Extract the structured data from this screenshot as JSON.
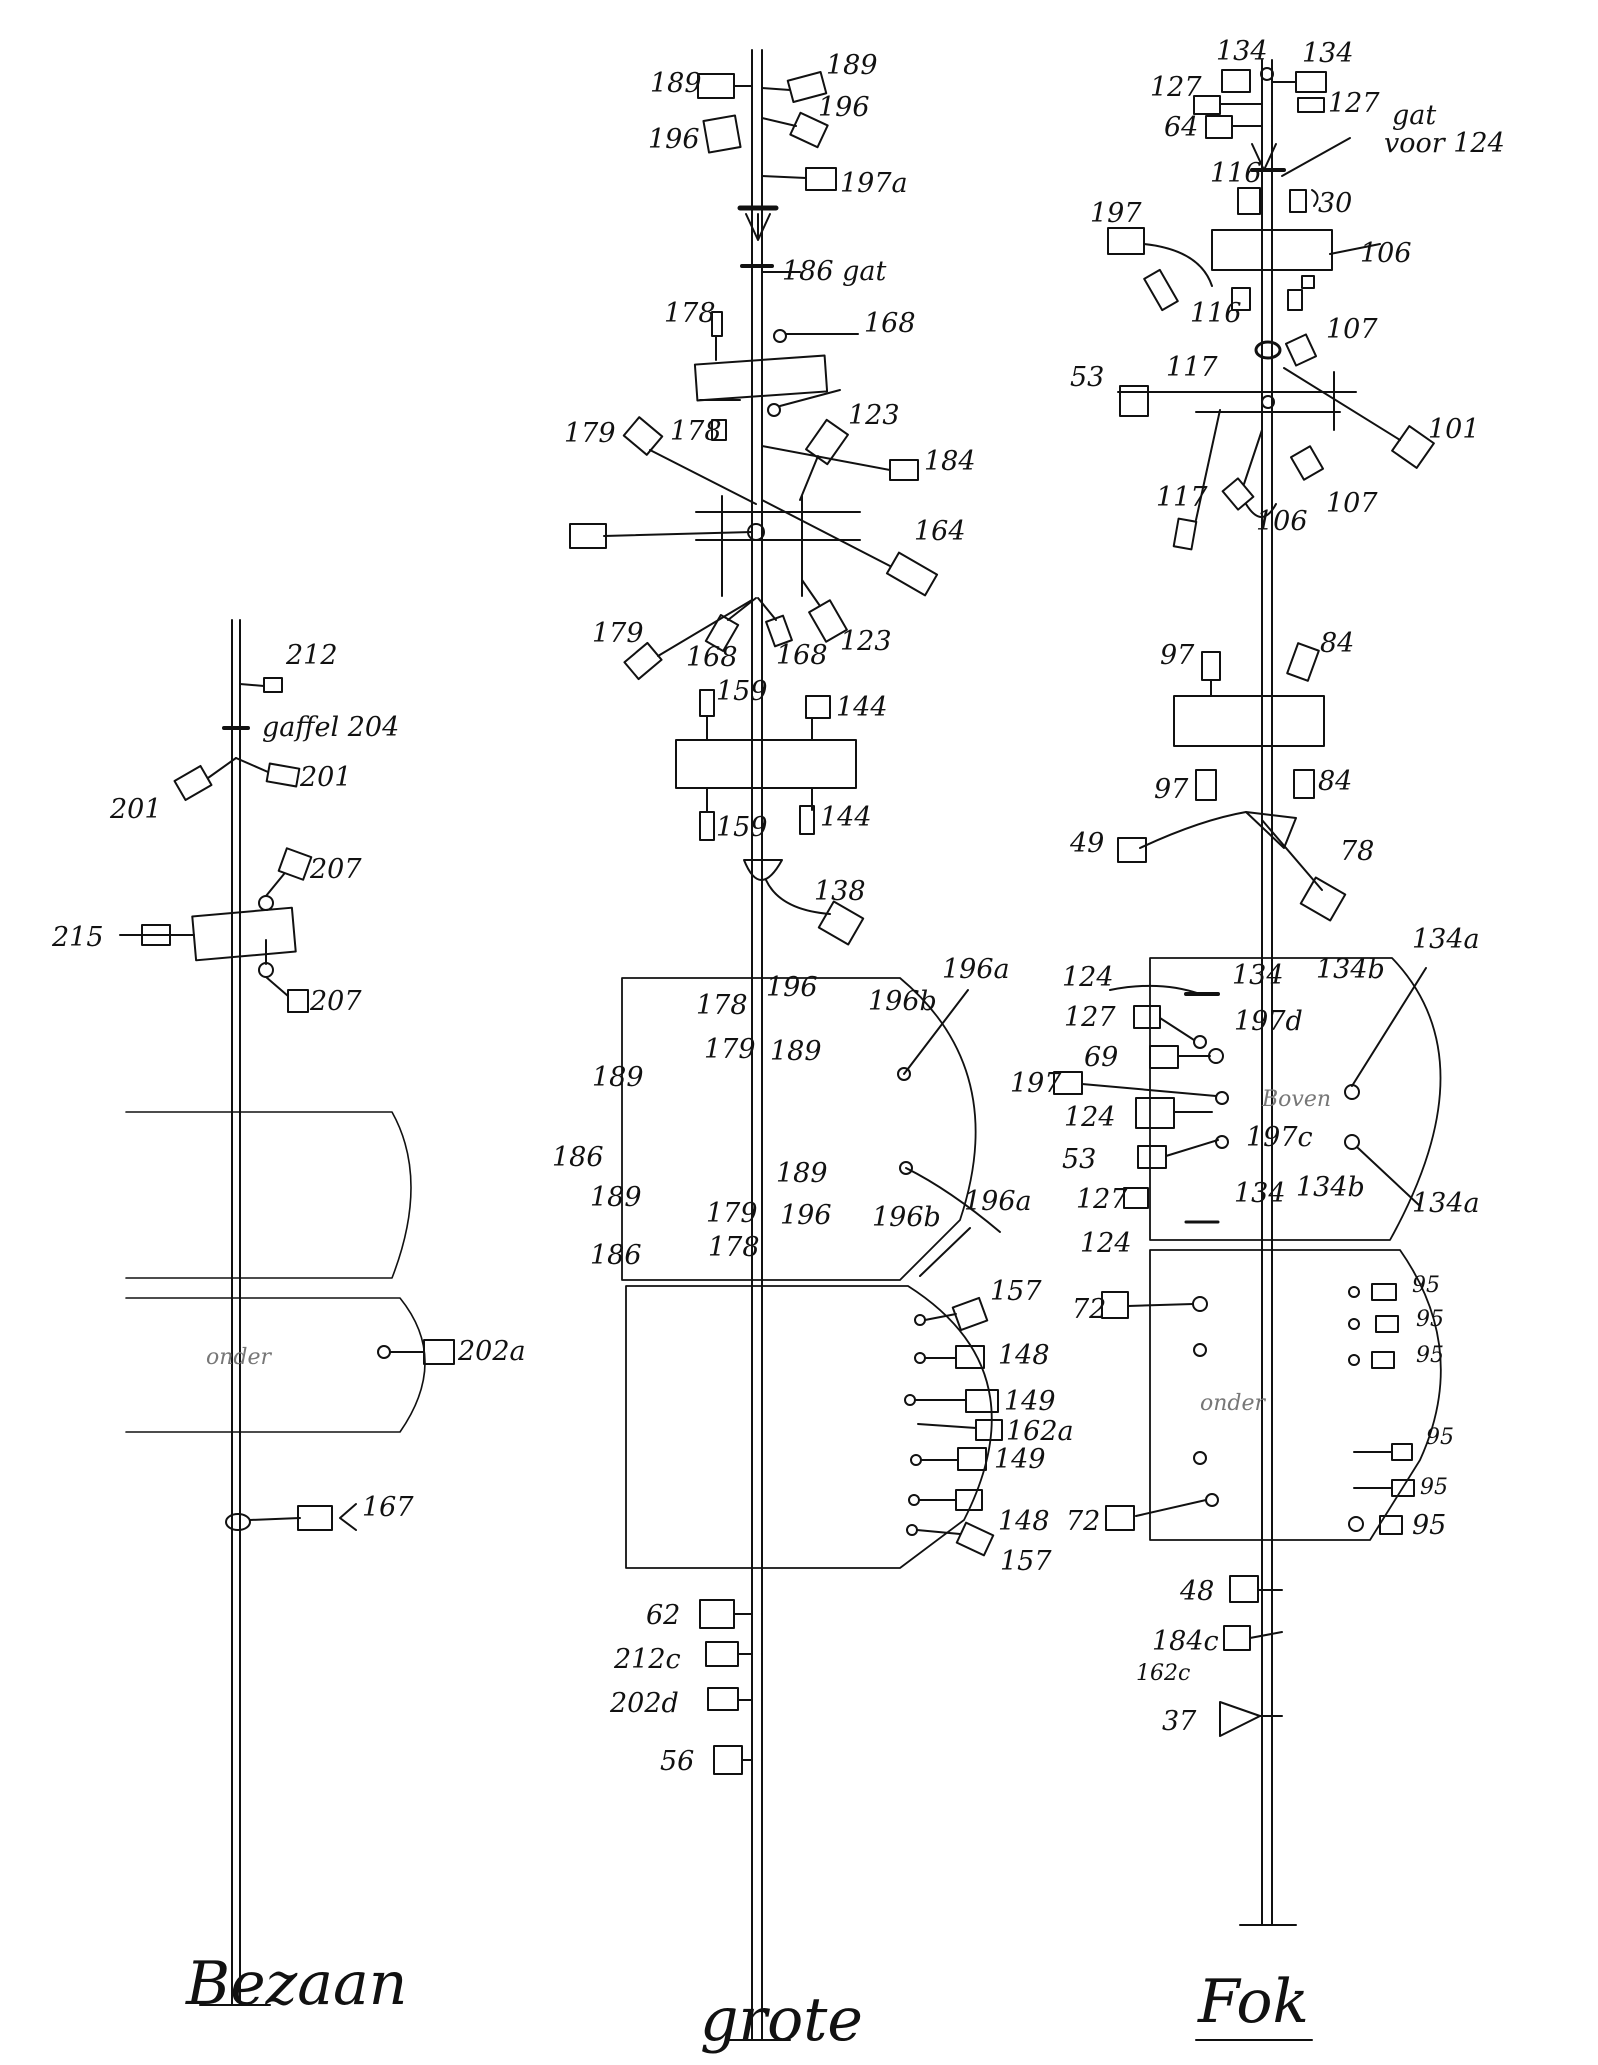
{
  "diagram": {
    "masts": [
      {
        "caption": "Bezaan",
        "labels": [
          "212",
          "gaffel 204",
          "201",
          "201",
          "207",
          "215",
          "207",
          "202a",
          "167"
        ],
        "sail_text": "onder"
      },
      {
        "caption": "grote",
        "labels": [
          "189",
          "189",
          "196",
          "196",
          "197a",
          "186 gat",
          "178",
          "168",
          "178",
          "179",
          "123",
          "184",
          "164",
          "179",
          "168",
          "168",
          "123",
          "159",
          "144",
          "159",
          "144",
          "138",
          "178",
          "196",
          "196a",
          "196b",
          "179",
          "189",
          "189",
          "186",
          "189",
          "189",
          "179",
          "196",
          "178",
          "196b",
          "196a",
          "186",
          "157",
          "148",
          "149",
          "162a",
          "149",
          "148",
          "157",
          "62",
          "212c",
          "202d",
          "56"
        ]
      },
      {
        "caption": "Fok",
        "labels": [
          "134",
          "134",
          "127",
          "127",
          "64",
          "gat",
          "voor 124",
          "116",
          "30",
          "197",
          "106",
          "116",
          "107",
          "53",
          "117",
          "101",
          "117",
          "106",
          "107",
          "97",
          "84",
          "97",
          "84",
          "49",
          "78",
          "124",
          "134",
          "134b",
          "134a",
          "127",
          "197d",
          "69",
          "197",
          "124",
          "Boven",
          "53",
          "197c",
          "127",
          "134",
          "134b",
          "134a",
          "124",
          "95",
          "95",
          "95",
          "72",
          "onder",
          "95",
          "95",
          "95",
          "72",
          "48",
          "184c",
          "162c",
          "37"
        ]
      }
    ]
  }
}
